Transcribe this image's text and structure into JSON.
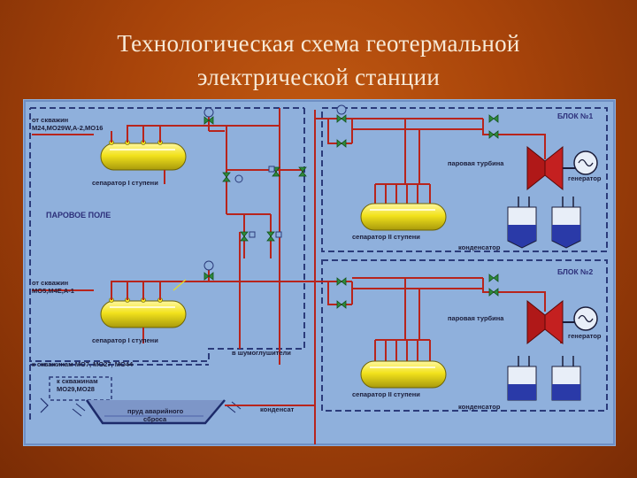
{
  "title_line1": "Технологическая схема геотермальной",
  "title_line2": "электрической станции",
  "labels": {
    "from_wells_1a": "от скважин",
    "from_wells_1b": "М24,МО29W,А-2,МО16",
    "separator1_top": "сепаратор I ступени",
    "steam_field": "ПАРОВОЕ ПОЛЕ",
    "from_wells_2a": "от скважин",
    "from_wells_2b": "МО5,М4Е,А-1",
    "separator1_bottom": "сепаратор I ступени",
    "to_wells_1": "к скважинам МО7, МО27, МО44",
    "to_wells_2a": "к скважинам",
    "to_wells_2b": "МО29,МО28",
    "pond_1": "пруд аварийного",
    "pond_2": "сброса",
    "to_silencers": "в шумоглушители",
    "condensate": "конденсат",
    "block1": "БЛОК №1",
    "block2": "БЛОК №2",
    "turbine1": "паровая турбина",
    "turbine2": "паровая турбина",
    "generator1": "генератор",
    "generator2": "генератор",
    "separator2_top": "сепаратор II ступени",
    "separator2_bottom": "сепаратор II ступени",
    "condenser1": "конденсатор",
    "condenser2": "конденсатор"
  },
  "colors": {
    "panel_bg": "#8fb0dc",
    "pipe": "#b8241c",
    "dashed_border": "#2b3b7a",
    "vessel": "#f2e21c",
    "valve": "#2e8a3a",
    "turbine": "#b01818",
    "condenser_water": "#2a3aa8"
  }
}
